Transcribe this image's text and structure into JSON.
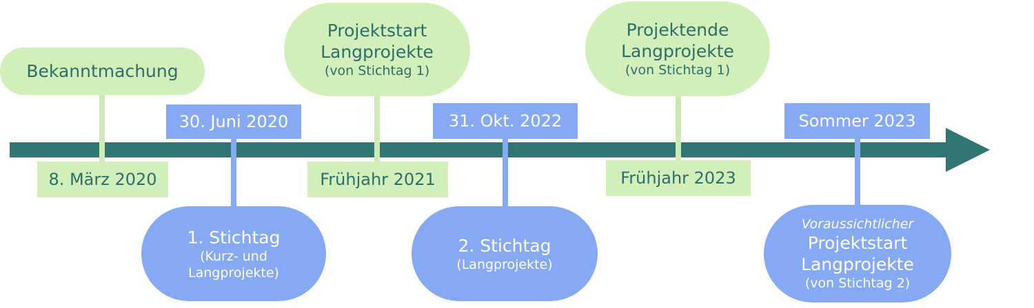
{
  "timeline": {
    "events_above": [
      {
        "bubble_lines": [
          "Bekanntmachung"
        ],
        "date": "8. März 2020"
      },
      {
        "bubble_lines": [
          "Projektstart",
          "Langprojekte"
        ],
        "bubble_sub": "(von Stichtag 1)",
        "date": "Frühjahr 2021"
      },
      {
        "bubble_lines": [
          "Projektende",
          "Langprojekte"
        ],
        "bubble_sub": "(von Stichtag 1)",
        "date": "Frühjahr 2023"
      }
    ],
    "events_below": [
      {
        "date": "30. Juni 2020",
        "bubble_lines": [
          "1. Stichtag"
        ],
        "bubble_sub_lines": [
          "(Kurz- und",
          "Langprojekte)"
        ]
      },
      {
        "date": "31. Okt. 2022",
        "bubble_lines": [
          "2. Stichtag"
        ],
        "bubble_sub_lines": [
          "(Langprojekte)"
        ]
      },
      {
        "date": "Sommer 2023",
        "bubble_italic": "Voraussichtlicher",
        "bubble_lines": [
          "Projektstart",
          "Langprojekte"
        ],
        "bubble_sub": "(von Stichtag 2)"
      }
    ]
  },
  "colors": {
    "timeline": "#2f7572",
    "green_fill": "#d3efb9",
    "green_text": "#2c6e6c",
    "blue_fill": "#86a9f4",
    "blue_text": "#ffffff"
  }
}
